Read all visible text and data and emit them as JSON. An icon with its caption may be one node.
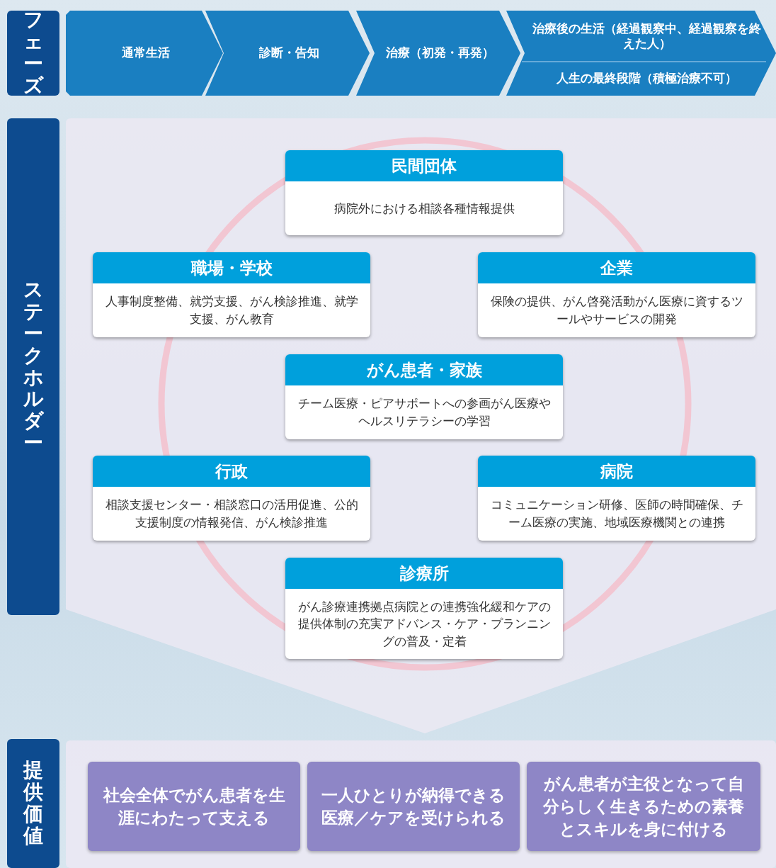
{
  "diagram": {
    "nodes": [
      {
        "text": [
          "フェーズ"
        ]
      },
      {
        "text": [
          "通常生活"
        ]
      },
      {
        "text": [
          "診断・告知"
        ]
      },
      {
        "text": [
          "治療（初発・再発）"
        ]
      },
      {
        "text": [
          "治療後の生活（経過観察中、経過観察を終えた人）",
          "人生の最終段階（積極治療不可）"
        ]
      },
      {
        "text": [
          "ステークホルダー"
        ]
      },
      {
        "text": [
          "民間団体",
          "病院外における相談各種情報提供"
        ]
      },
      {
        "text": [
          "職場・学校",
          "人事制度整備、就労支援、がん検診推進、就学支援、がん教育"
        ]
      },
      {
        "text": [
          "企業",
          "保険の提供、がん啓発活動がん医療に資するツールやサービスの開発"
        ]
      },
      {
        "text": [
          "がん患者・家族",
          "チーム医療・ピアサポートへの参画がん医療やヘルスリテラシーの学習"
        ]
      },
      {
        "text": [
          "行政",
          "相談支援センター・相談窓口の活用促進、公的支援制度の情報発信、がん検診推進"
        ]
      },
      {
        "text": [
          "病院",
          "コミュニケーション研修、医師の時間確保、チーム医療の実施、地域医療機関との連携"
        ]
      },
      {
        "text": [
          "診療所",
          "がん診療連携拠点病院との連携強化緩和ケアの提供体制の充実アドバンス・ケア・プランニングの普及・定着"
        ]
      },
      {
        "text": [
          "提供価値"
        ]
      },
      {
        "text": [
          "社会全体でがん患者を生涯にわたって支える"
        ]
      },
      {
        "text": [
          "一人ひとりが納得できる医療／ケアを受けられる"
        ]
      },
      {
        "text": [
          "がん患者が主役となって自分らしく生きるための素養とスキルを身に付ける"
        ]
      }
    ],
    "edges": []
  }
}
